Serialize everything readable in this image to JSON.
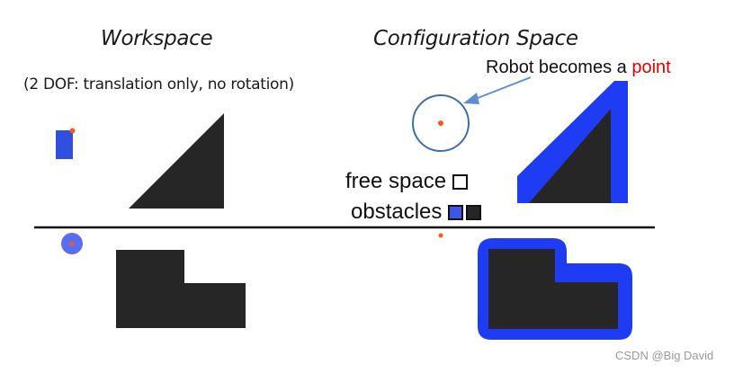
{
  "workspace": {
    "title": "Workspace",
    "note": "(2 DOF: translation only, no rotation)"
  },
  "config_space": {
    "title": "Configuration Space",
    "callout_text": "Robot becomes a ",
    "callout_highlight": "point"
  },
  "legend": {
    "free_label": "free space",
    "obstacle_label": "obstacles"
  },
  "watermark": "CSDN @Big  David",
  "colors": {
    "obstacle": "#262626",
    "expanded_obstacle": "#1f3cf5",
    "robot": "#2f4fe0",
    "robot_disc": "#5a6ef0",
    "reference_point": "#f05a1e",
    "callout_circle": "#3e6ea8",
    "arrow": "#5b8fd0",
    "highlight": "#e00000"
  }
}
